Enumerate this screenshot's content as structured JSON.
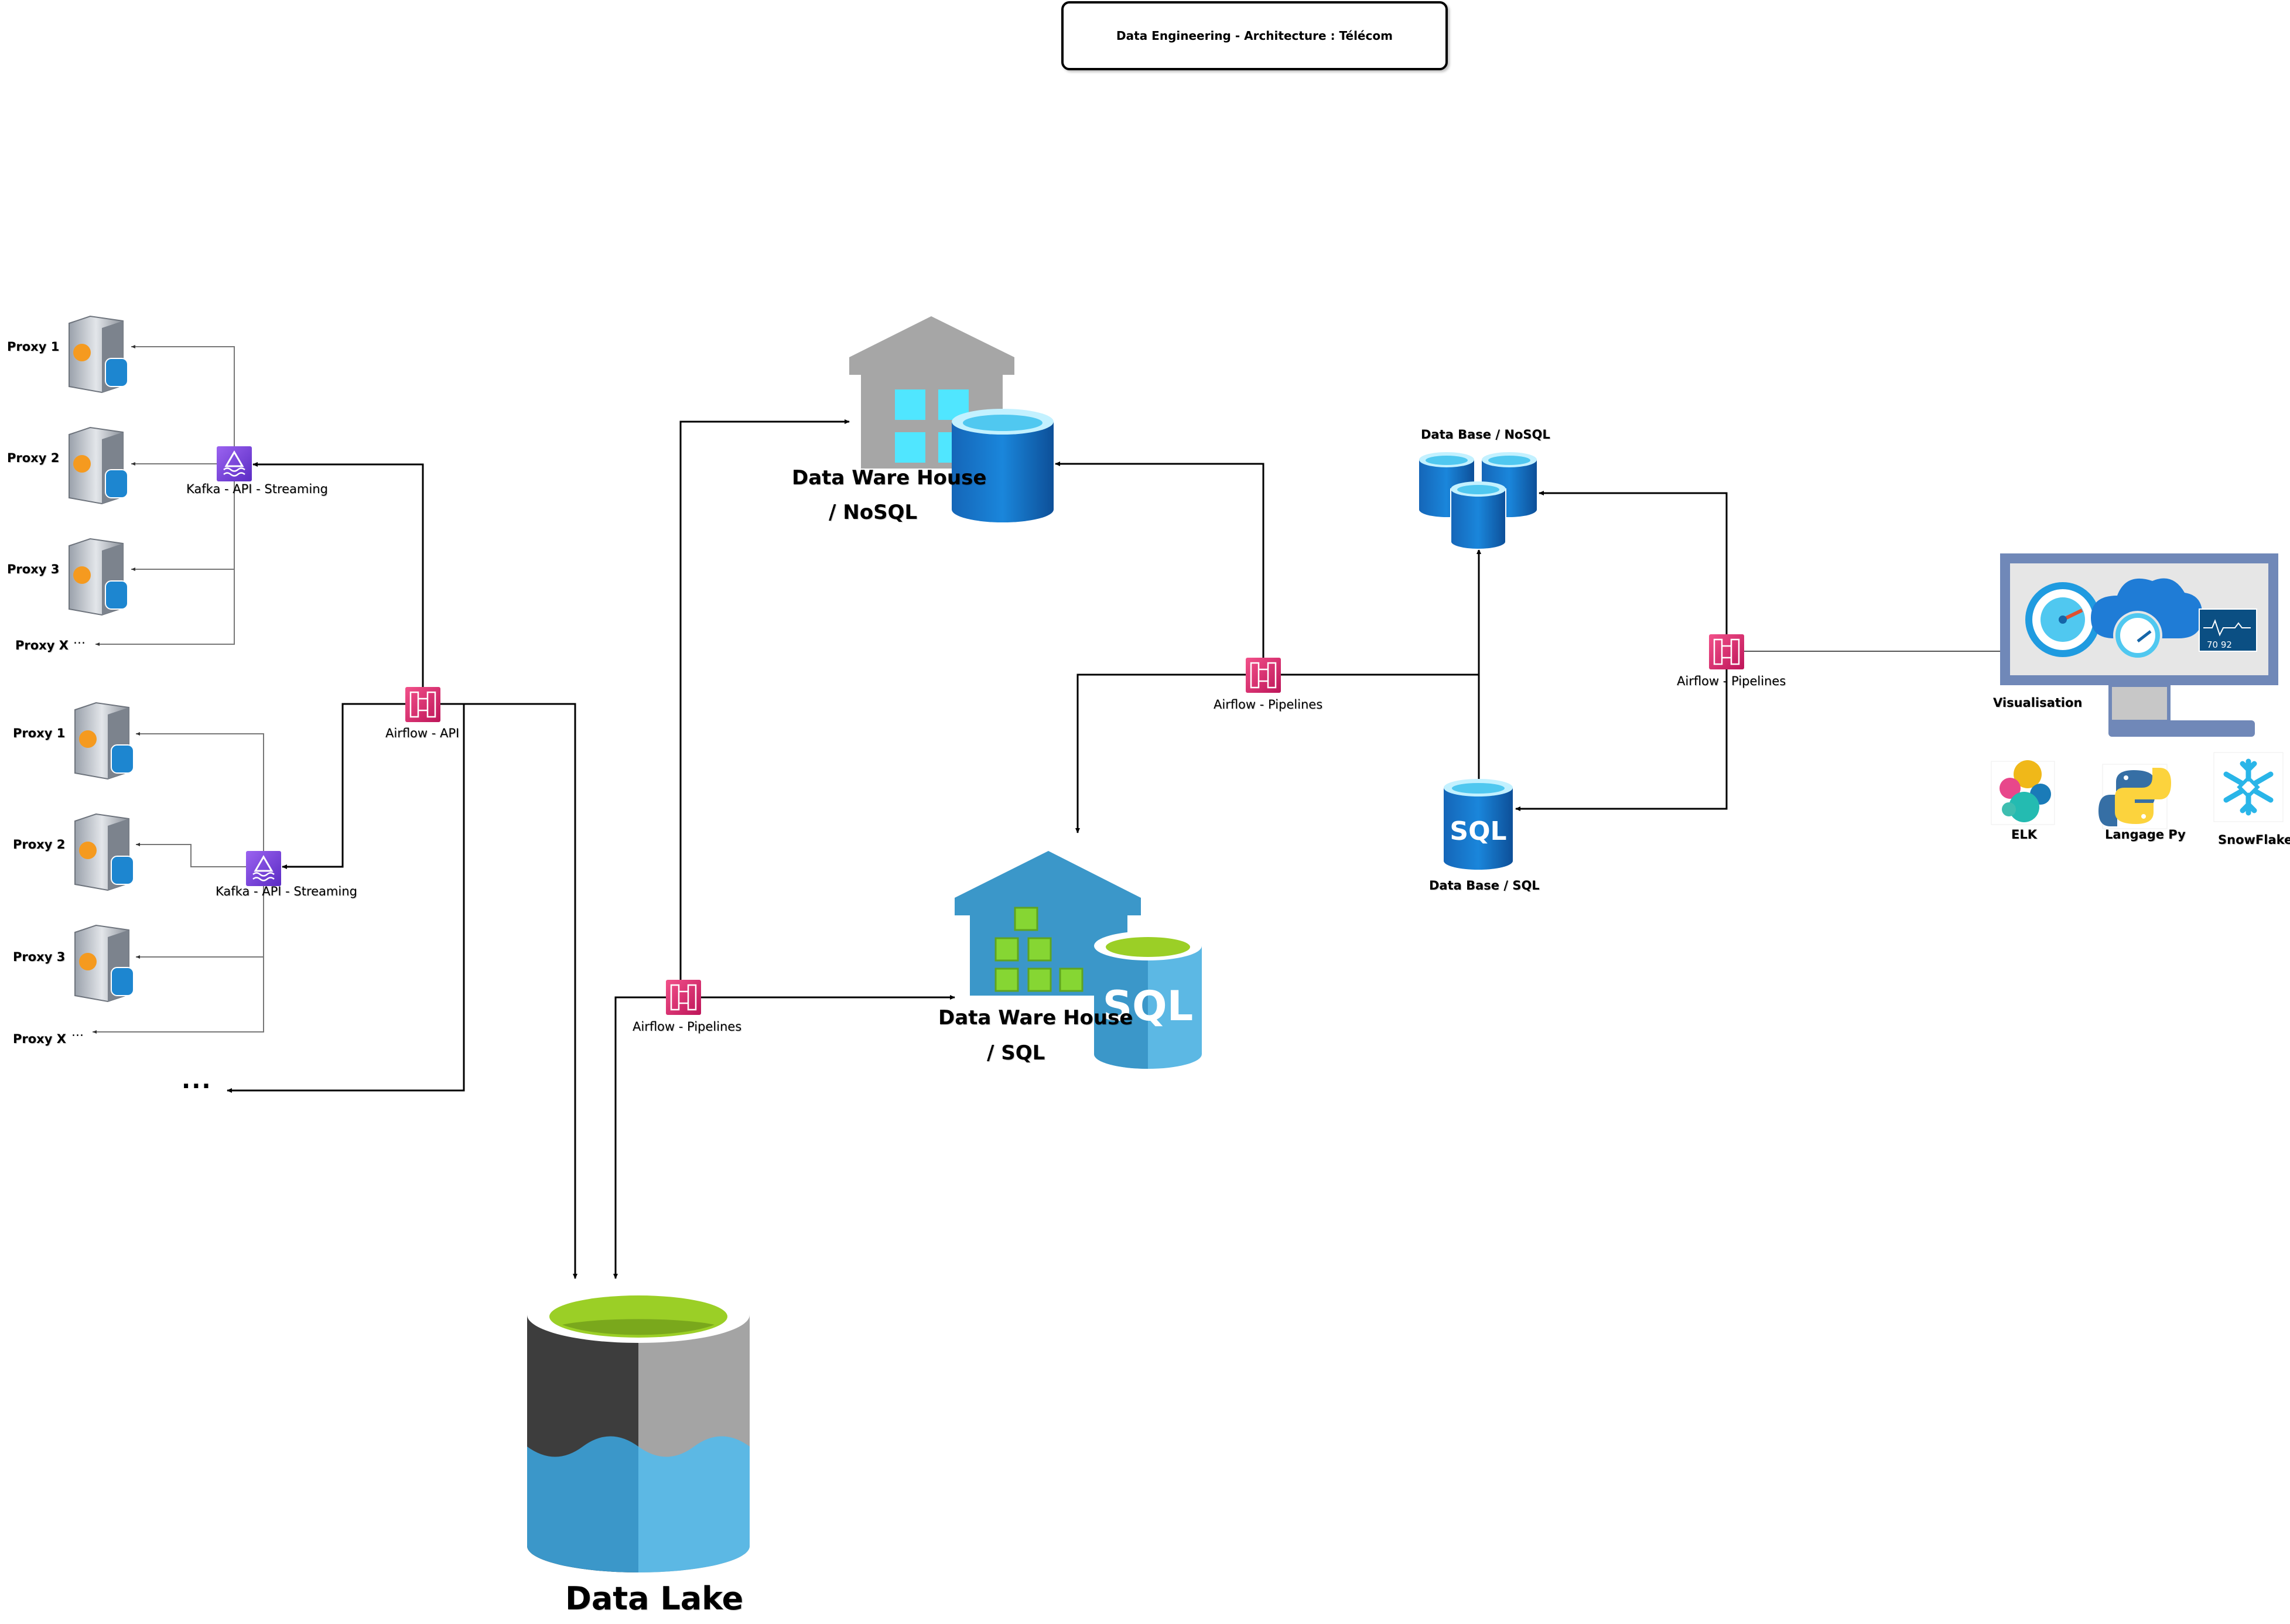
{
  "title": "Data Engineering - Architecture : Télécom",
  "cluster_top": {
    "proxies": [
      "Proxy 1",
      "Proxy 2",
      "Proxy 3",
      "Proxy X"
    ],
    "kafka_label": "Kafka - API - Streaming"
  },
  "cluster_bottom": {
    "proxies": [
      "Proxy 1",
      "Proxy 2",
      "Proxy 3",
      "Proxy X"
    ],
    "kafka_label": "Kafka - API - Streaming"
  },
  "ellipsis": "...",
  "ellipsis_small": "...",
  "airflow_api_label": "Airflow - API",
  "airflow_pipelines_label": "Airflow - Pipelines",
  "dwh_nosql": {
    "line1": "Data Ware House",
    "line2": "/ NoSQL"
  },
  "dwh_sql": {
    "line1": "Data Ware House",
    "line2": "/ SQL",
    "badge": "SQL"
  },
  "db_nosql_label": "Data Base / NoSQL",
  "db_sql": {
    "label": "Data Base / SQL",
    "badge": "SQL"
  },
  "data_lake_label": "Data Lake",
  "visualisation": {
    "label": "Visualisation",
    "gauge_text": "70 92"
  },
  "tools": [
    "ELK",
    "Langage Py",
    "SnowFlake"
  ],
  "colors": {
    "airflow": "#d6246e",
    "kafka": "#7b48d8",
    "azure_blue": "#0f6cbd",
    "lake_green": "#9bcf26",
    "warehouse_gray": "#a6a6a6",
    "warehouse_blue": "#3b97c9"
  }
}
